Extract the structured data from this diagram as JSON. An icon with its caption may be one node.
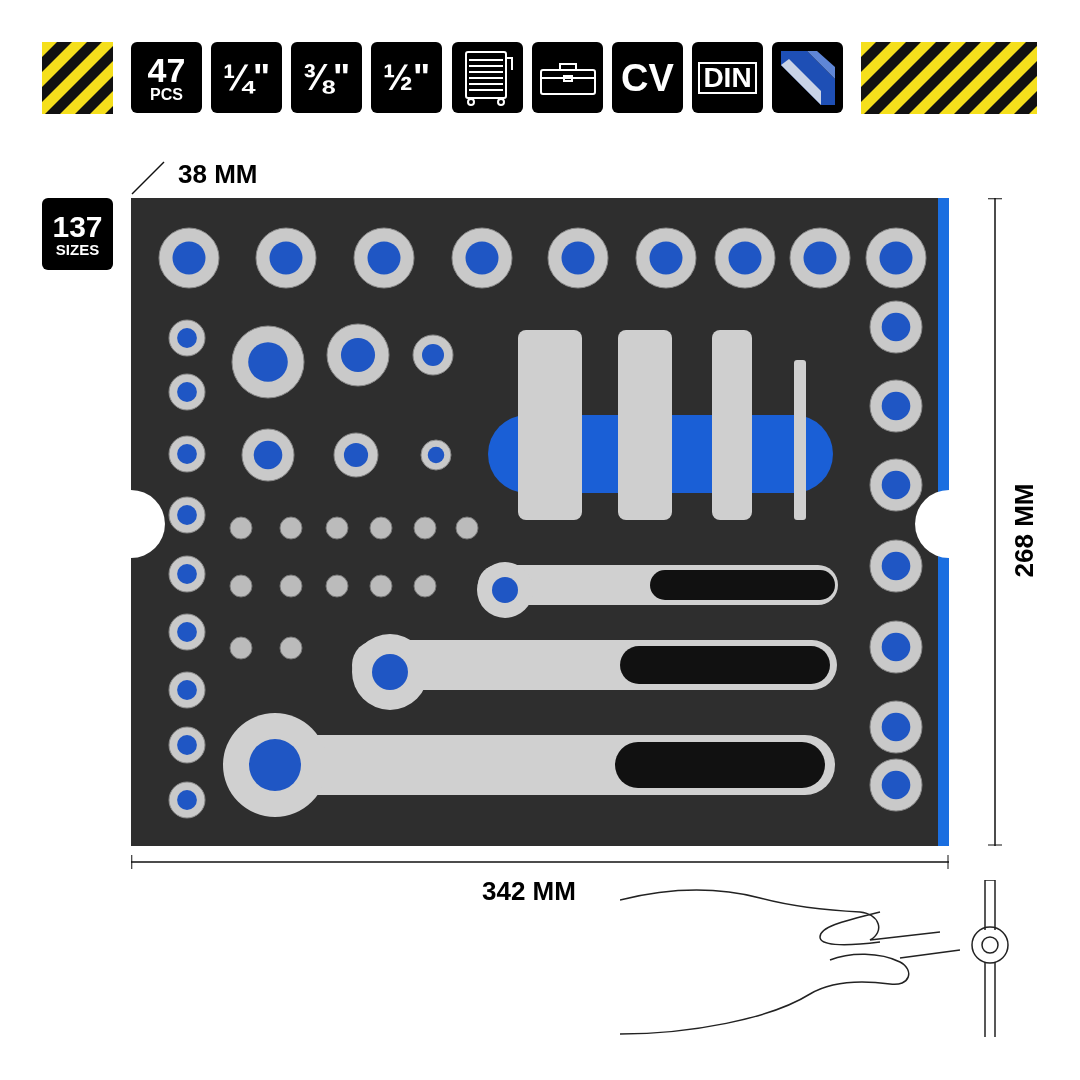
{
  "diagram": {
    "labels": [
      "47",
      "PCS",
      "¼\"",
      "⅜\"",
      "½\"",
      "CV",
      "DIN",
      "38 MM",
      "137",
      "SIZES",
      "268 MM",
      "342 MM"
    ]
  }
}
